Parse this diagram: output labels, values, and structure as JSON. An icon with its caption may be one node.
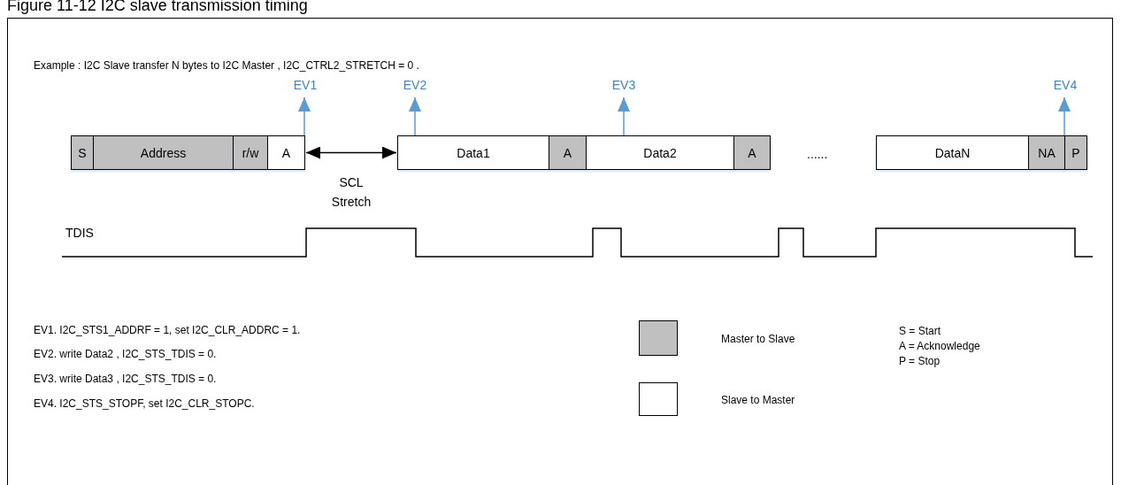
{
  "diagram": {
    "title": "Figure 11-12 I2C slave transmission timing",
    "nodes": [
      {
        "text": [
          "S"
        ]
      },
      {
        "text": [
          "Address"
        ]
      },
      {
        "text": [
          "r/w"
        ]
      },
      {
        "text": [
          "A"
        ]
      },
      {
        "text": [
          "Data1"
        ]
      },
      {
        "text": [
          "A"
        ]
      },
      {
        "text": [
          "Data2"
        ]
      },
      {
        "text": [
          "A"
        ]
      },
      {
        "text": [
          "DataN"
        ]
      },
      {
        "text": [
          "NA"
        ]
      },
      {
        "text": [
          "P"
        ]
      },
      {
        "text": [
          "EV1"
        ]
      },
      {
        "text": [
          "EV2"
        ]
      },
      {
        "text": [
          "EV3"
        ]
      },
      {
        "text": [
          "EV4"
        ]
      }
    ],
    "edges": [
      {
        "from": 3,
        "to": 11,
        "arrow": "to"
      },
      {
        "from": 4,
        "to": 12,
        "arrow": "to"
      },
      {
        "from": 6,
        "to": 13,
        "arrow": "to"
      },
      {
        "from": 9,
        "to": 14,
        "arrow": "to"
      },
      {
        "from": 3,
        "to": 4,
        "arrow": "both",
        "label": "SCL Stretch",
        "color": "#000000"
      }
    ],
    "labels": [
      "Example : I2C Slave transfer N bytes to I2C Master , I2C_CTRL2_STRETCH = 0 .",
      "......",
      "TDIS",
      "EV1. I2C_STS1_ADDRF = 1, set I2C_CLR_ADDRC = 1.",
      "EV2. write Data2 , I2C_STS_TDIS = 0.",
      "EV3. write Data3 , I2C_STS_TDIS = 0.",
      "EV4. I2C_STS_STOPF, set I2C_CLR_STOPC.",
      "S = Start",
      "A = Acknowledge",
      "P = Stop"
    ],
    "legend": [
      {
        "text": "Master to Slave",
        "color": "#c0c0c0"
      },
      {
        "text": "Slave to Master",
        "color": "#ffffff"
      }
    ]
  }
}
